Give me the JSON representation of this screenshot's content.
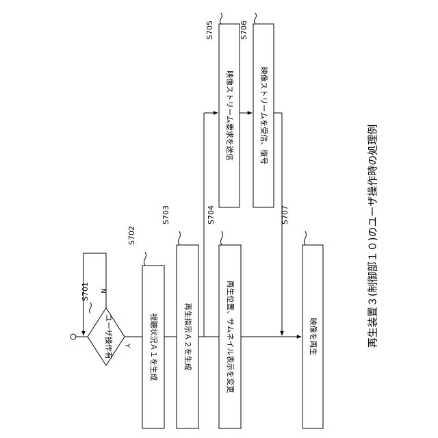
{
  "figure": {
    "caption": "再生装置３(制御部１０)のユーザ操作時の処理例"
  },
  "steps": {
    "s701": {
      "ref": "S701",
      "text": "ユーザ操作有",
      "yes_label": "Y",
      "no_label": "N"
    },
    "s702": {
      "ref": "S702",
      "text": "視聴状況Ａ１を生成"
    },
    "s703": {
      "ref": "S703",
      "text": "再生指示Ａ２を生成"
    },
    "s704": {
      "ref": "S704",
      "text": "再生位置、サムネイル表示を変更"
    },
    "s705": {
      "ref": "S705",
      "text": "映像ストリーム要求を送信"
    },
    "s706": {
      "ref": "S706",
      "text": "映像ストリームを受信、復号"
    },
    "s707": {
      "ref": "S707",
      "text": "映像を再生"
    }
  }
}
